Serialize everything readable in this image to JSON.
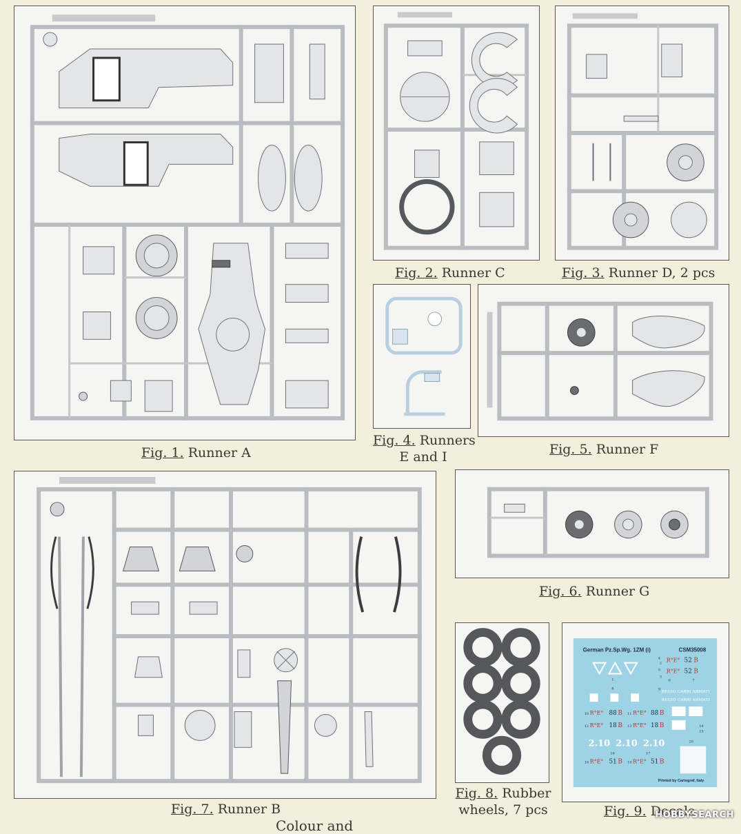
{
  "figures": [
    {
      "key": "fig1",
      "number": "Fig. 1.",
      "title": "Runner A"
    },
    {
      "key": "fig2",
      "number": "Fig. 2.",
      "title": "Runner C"
    },
    {
      "key": "fig3",
      "number": "Fig. 3.",
      "title": "Runner D, 2 pcs"
    },
    {
      "key": "fig4",
      "number": "Fig. 4.",
      "title_line1": "Runners",
      "title_line2": "E and I"
    },
    {
      "key": "fig5",
      "number": "Fig. 5.",
      "title": "Runner F"
    },
    {
      "key": "fig6",
      "number": "Fig. 6.",
      "title": "Runner G"
    },
    {
      "key": "fig7",
      "number": "Fig. 7.",
      "title": "Runner B"
    },
    {
      "key": "fig8",
      "number": "Fig. 8.",
      "title_line1": "Rubber",
      "title_line2": "wheels, 7 pcs"
    },
    {
      "key": "fig9",
      "number": "Fig. 9.",
      "title": "Decals"
    }
  ],
  "decals": {
    "header_left": "German Pz.Sp.Wg. 1ZM (i)",
    "header_right": "CSM35008",
    "numbers": [
      "1",
      "2",
      "3",
      "4",
      "5",
      "6",
      "7",
      "8",
      "9",
      "10",
      "11",
      "12",
      "13",
      "14",
      "15",
      "16",
      "17",
      "18",
      "19",
      "20"
    ],
    "plate_52": "52",
    "plate_88": "88",
    "plate_18": "18",
    "plate_51": "51",
    "suffix": "B",
    "re_mark": "R°E°",
    "regio_text": "REGIO CARRI ARMATI",
    "stencil": "2.10",
    "printer": "Printed by Cartograf, Italy",
    "sheet_color": "#9ed3e6"
  },
  "watermark": "HOBBYSEARCH",
  "bottom_text": "Colour and"
}
